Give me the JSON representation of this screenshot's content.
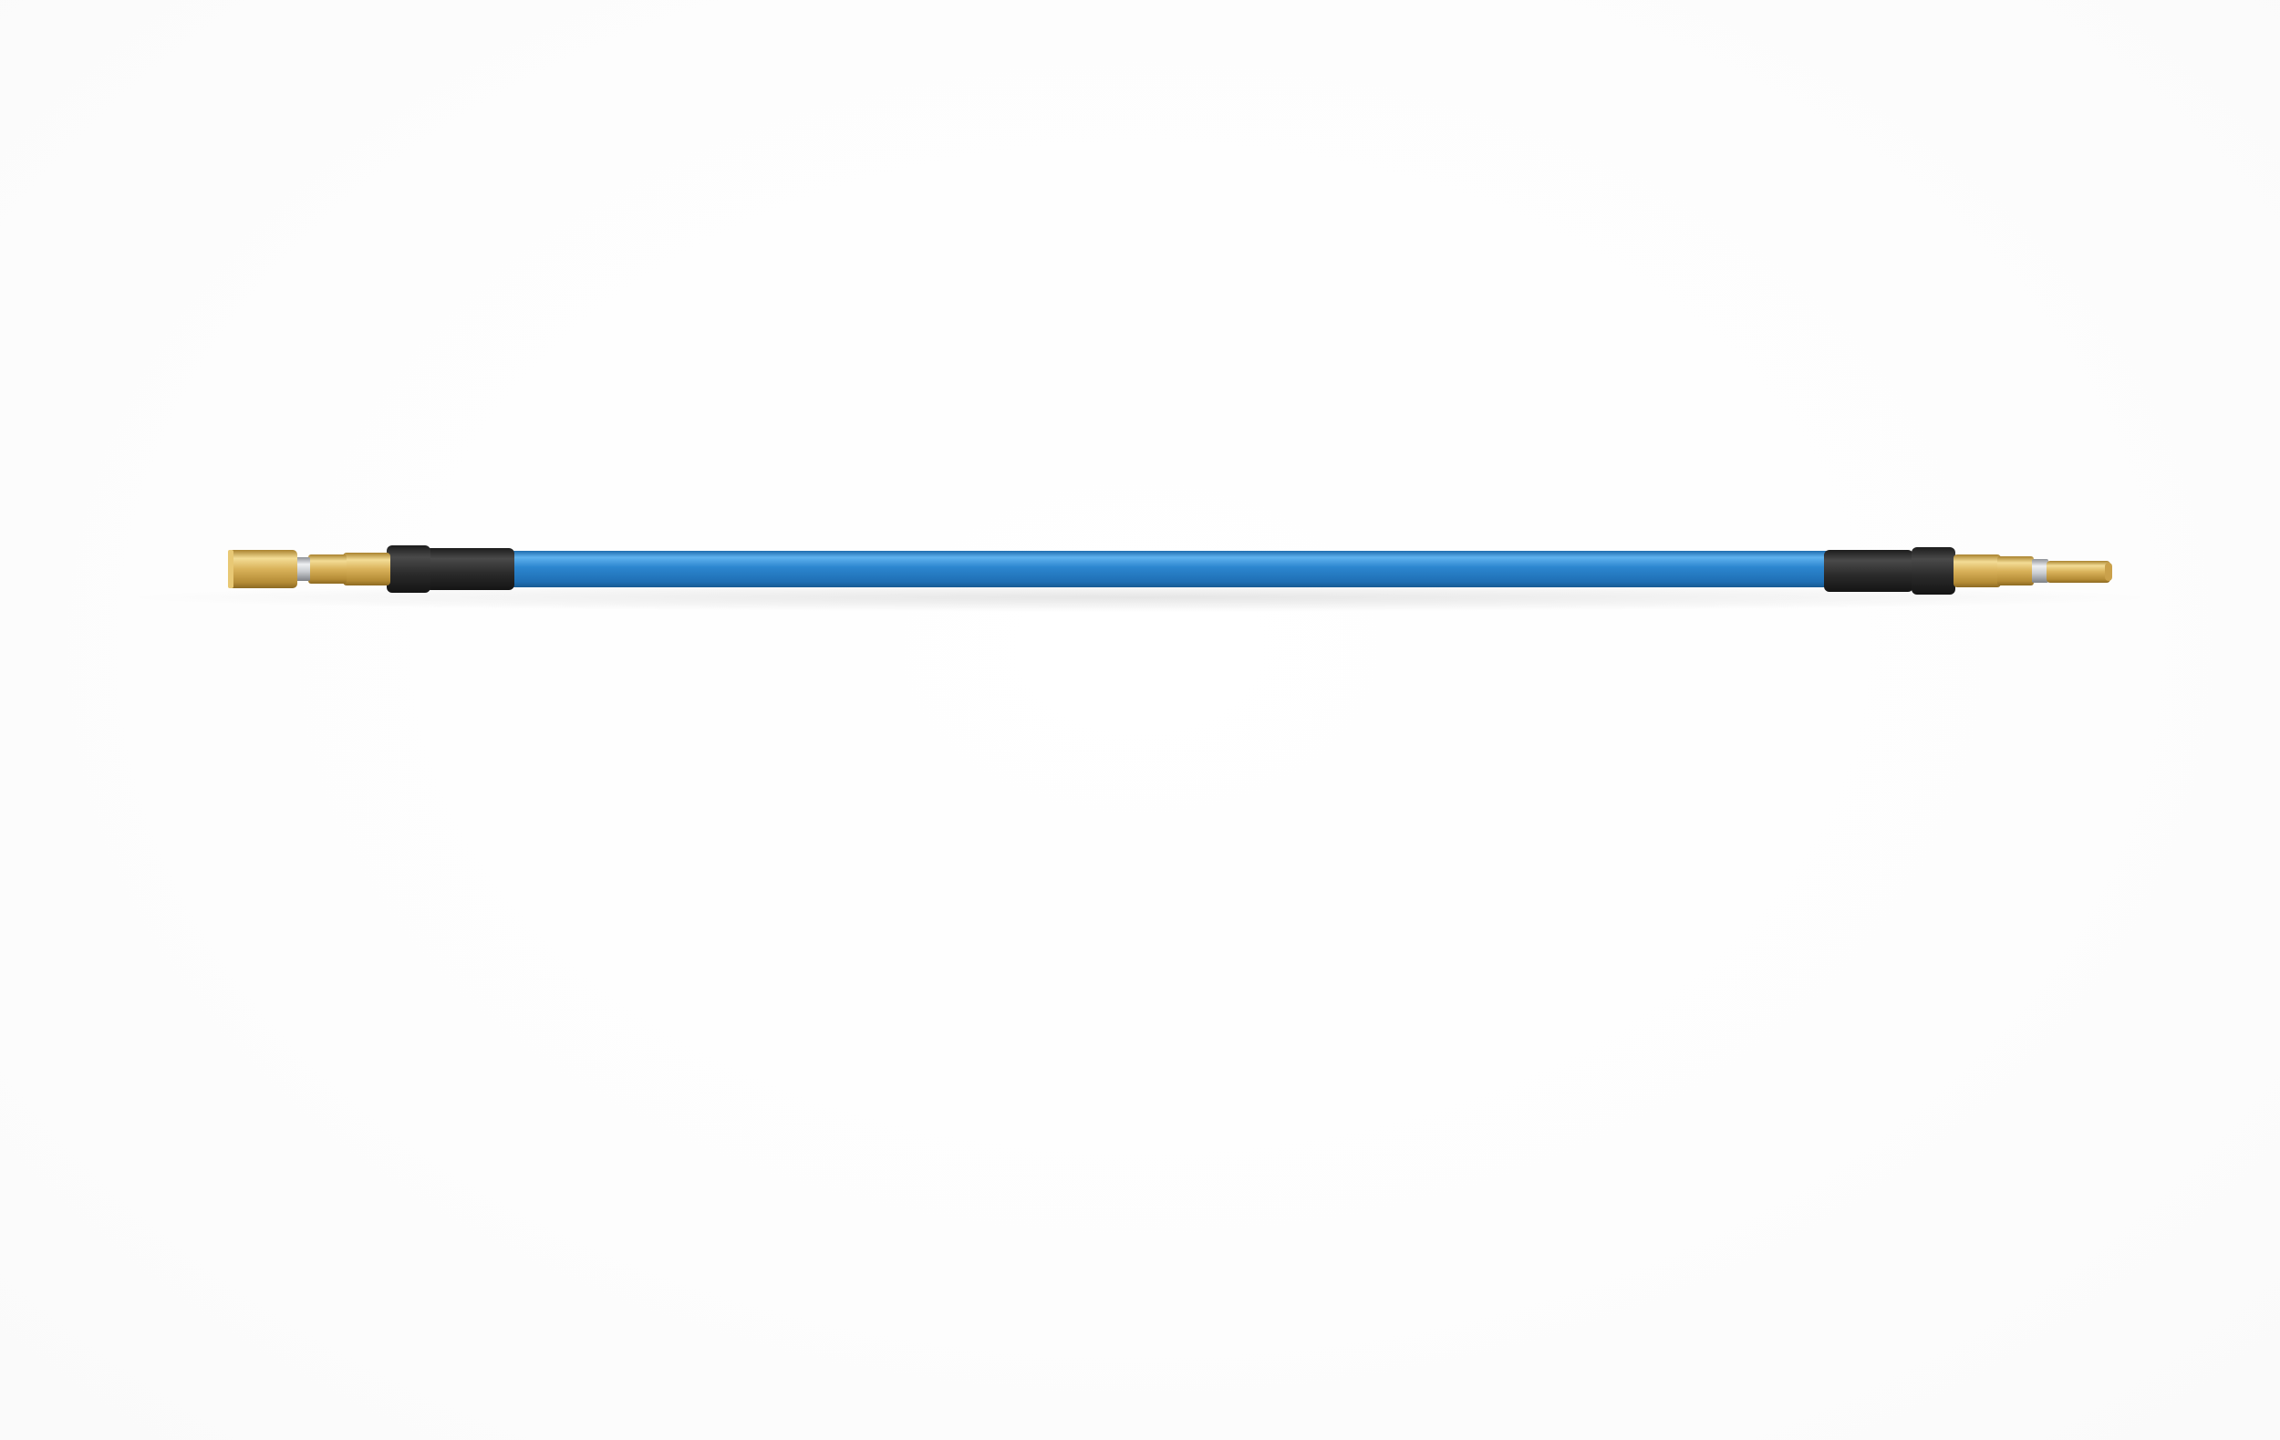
{
  "scene": {
    "subject": "cable-assembly",
    "colors": {
      "background": "#fdfdfd",
      "cable": "#2c86cf",
      "cable_highlight": "#5fb2ee",
      "cable_shadow": "#1b5f99",
      "boot": "#2b2b2b",
      "boot_highlight": "#4a4a4a",
      "contact_gold": "#d9b25a",
      "contact_gold_light": "#f3dc95",
      "contact_gold_dark": "#a9822f",
      "ferrule_silver": "#c9ccd0"
    },
    "parts": [
      "left-contact",
      "left-ferrule",
      "left-boot",
      "cable",
      "right-boot",
      "right-ferrule",
      "right-contact"
    ]
  }
}
